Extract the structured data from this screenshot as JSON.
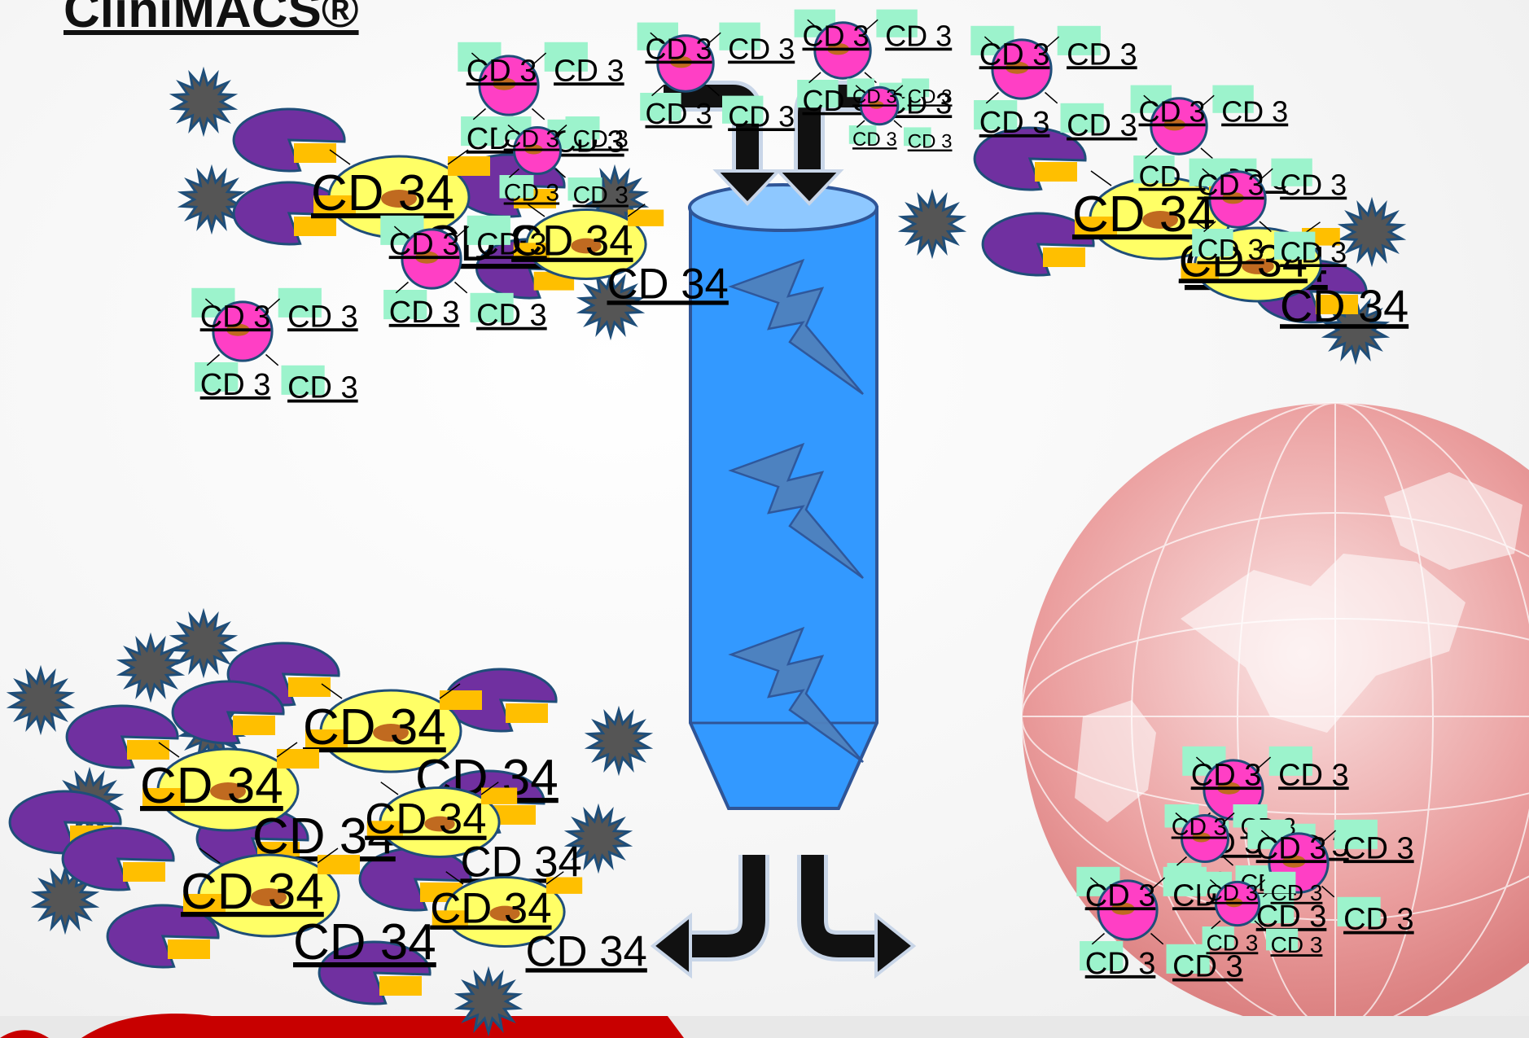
{
  "slide": {
    "title": "CliniMACS®"
  },
  "diagram": {
    "cd34_label": "CD 34",
    "cd3_label": "CD 3",
    "colors": {
      "cd3_cell": "#ff3fc5",
      "cd3_marker": "#9cf3cc",
      "cd34_cell": "#ffff66",
      "cd34_marker": "#ffbf00",
      "purple_cell": "#7030a0",
      "star_cell": "#555555",
      "star_outline": "#1f4e79",
      "column": "#3399ff",
      "column_top": "#8ec8ff",
      "lightning": "#4f81bd",
      "arrow": "#111111",
      "globe": "#e07070",
      "footer_red": "#c80000"
    },
    "icons": [
      "cd3-cell",
      "cd34-cell",
      "purple-cell",
      "star-cell",
      "magnetic-column",
      "lightning-icon",
      "arrow-icon",
      "globe-background"
    ]
  }
}
